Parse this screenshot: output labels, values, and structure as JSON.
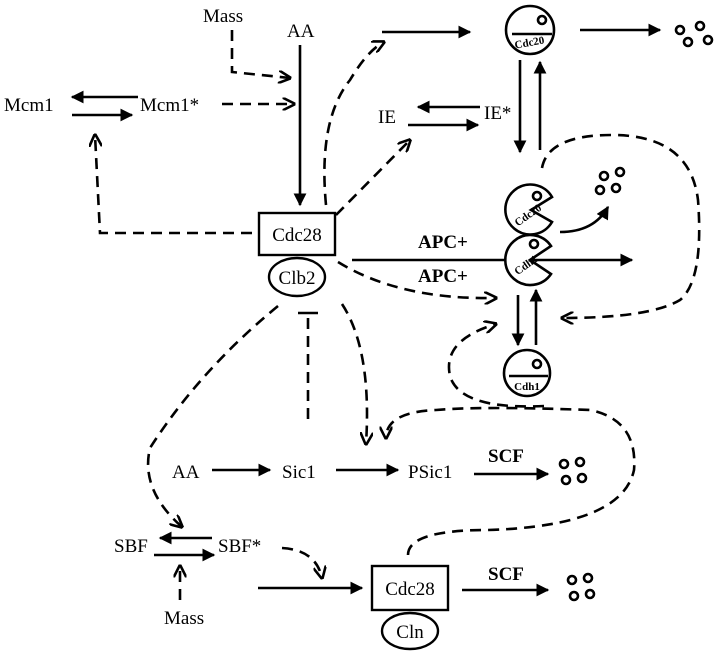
{
  "labels": {
    "mass_top": "Mass",
    "aa_top": "AA",
    "mcm1": "Mcm1",
    "mcm1_star": "Mcm1*",
    "ie": "IE",
    "ie_star": "IE*",
    "cdc28_main": "Cdc28",
    "clb2": "Clb2",
    "apc_upper": "APC+",
    "apc_lower": "APC+",
    "aa_bottom": "AA",
    "sic1": "Sic1",
    "psic1": "PSic1",
    "scf_upper": "SCF",
    "sbf": "SBF",
    "sbf_star": "SBF*",
    "mass_bottom": "Mass",
    "cdc28_lower": "Cdc28",
    "cln": "Cln",
    "scf_lower": "SCF",
    "cdc20_top": "Cdc20",
    "cdc20_active": "Cdc20",
    "cdh1_active": "Cdh1",
    "cdh1_inactive": "Cdh1"
  }
}
